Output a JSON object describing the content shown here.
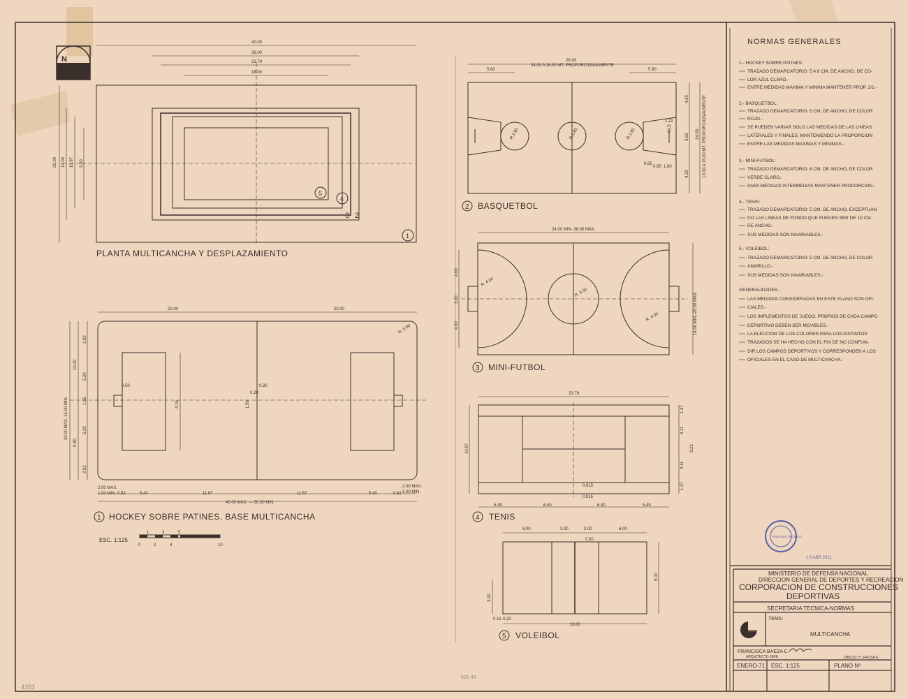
{
  "norms": {
    "title": "NORMAS GENERALES",
    "lines": [
      "1.- HOCKEY SOBRE PATINES:",
      "TRAZADO DEMARCATORIO: 5 A 8 CM. DE ANCHO, DE CO-",
      "LOR AZUL CLARO.-",
      "ENTRE MEDIDAS MAXIMA Y MINIMA MANTENER PROP. 2/1.-",
      "2.- BASQUETBOL:",
      "TRAZADO DEMARCATORIO: 5 CM. DE ANCHO, DE COLOR",
      "ROJO.-",
      "SE PUEDEN VARIAR SOLO LAS MEDIDAS DE LAS LINEAS",
      "LATERALES Y FINALES, MANTENIENDO LA PROPORCION",
      "ENTRE LAS MEDIDAS MAXIMAS Y MINIMAS.-",
      "3.- MINI-FUTBOL:",
      "TRAZADO DEMARCATORIO: 8 CM. DE ANCHO, DE COLOR",
      "VERDE CLARO.-",
      "PARA MEDIDAS INTERMEDIAS MANTENER PROPORCION.-",
      "4.- TENIS:",
      "TRAZADO DEMARCATORIO: 5 CM. DE ANCHO, EXCEPTUAN",
      "DO LAS LINEAS DE FONDO QUE PUEDEN SER DE 10 CM.",
      "DE ANCHO.-",
      "SUS MEDIDAS SON INVARIABLES.-",
      "5.- VOLEIBOL:",
      "TRAZADO DEMARCATORIO: 5 CM. DE ANCHO, DE COLOR",
      "AMARILLO.-",
      "SUS MEDIDAS SON INVARIABLES.-",
      "GENERALIDADES.-",
      "LAS MEDIDAS CONSIDERADAS EN ESTE PLANO SON OFI-",
      "CIALES.-",
      "LOS IMPLEMENTOS DE JUEGO, PROPIOS DE CADA CAMPO",
      "DEPORTIVO DEBEN SER MOVIBLES.-",
      "LA ELECCION DE LOS COLORES PARA LOS DISTINTOS",
      "TRAZADOS SE HA HECHO CON EL FIN DE NO CONFUN-",
      "DIR LOS CAMPOS DEPORTIVOS Y CORRESPONDEN A LOS",
      "OFICIALES EN EL CASO DE MULTICANCHA.-"
    ]
  },
  "titleblock": {
    "ministry": "MINISTERIO DE DEFENSA NACIONAL",
    "direction": "DIRECCION GENERAL DE DEPORTES Y RECREACION",
    "corp1": "CORPORACION DE CONSTRUCCIONES",
    "corp2": "DEPORTIVAS",
    "secretaria": "SECRETARIA TECNICA-NORMAS",
    "tema_label": "TEMA:",
    "tema": "MULTICANCHA",
    "author": "FRANCISCA BAEZA C.",
    "author_role": "ARQUITECTO JEFE",
    "dibujo": "DIBUJO: H. FROSA E.",
    "date": "ENERO-71",
    "scale": "ESC. 1:125",
    "plano": "PLANO Nº",
    "stamp_date": "1 8 ABR 2011",
    "stamp_text": "ARCHIVO TECNICO"
  },
  "titles": {
    "planta": "PLANTA MULTICANCHA Y DESPLAZAMIENTO",
    "hockey_num": "1",
    "hockey": "HOCKEY SOBRE PATINES, BASE MULTICANCHA",
    "basquet_num": "2",
    "basquet": "BASQUETBOL",
    "mini_num": "3",
    "mini": "MINI-FUTBOL",
    "tenis_num": "4",
    "tenis": "TENIS",
    "voley_num": "5",
    "voley": "VOLEIBOL",
    "esc": "ESC. 1:125",
    "north": "N",
    "scale_ticks": [
      "0",
      "1",
      "2",
      "3",
      "4",
      "5",
      "10"
    ]
  },
  "planta": {
    "dims_top": [
      "40.00",
      "26.00",
      "23.79",
      "18.00"
    ],
    "dims_left": [
      "20.00",
      "14.00",
      "10.97",
      "9.00"
    ],
    "zones": [
      "1",
      "2",
      "3",
      "4",
      "5"
    ]
  },
  "basquet": {
    "top": "26.00",
    "sub": "24.00 A 28.00 MT. PROPORCIONALMENTE",
    "left": "5.80",
    "right": "5.80",
    "side": "13.00 A 15.00 MT. PROPORCIONALMENTE",
    "side_dims": [
      "4.20",
      "3.60",
      "4.20",
      "14.00"
    ],
    "radii": [
      "R.1.80",
      "R.1.80",
      "R.1.80"
    ],
    "key": [
      "0.15",
      "1.22",
      "0.85",
      "0.85",
      "1.80"
    ]
  },
  "mini": {
    "top": "24.00 MIN.-36.00 MAX.",
    "side": "14.00 MIN.-20.00 MAX.",
    "left": [
      "4.00",
      "3.00",
      "4.00"
    ],
    "radii": [
      "R. 4.00",
      "R. 3.00",
      "R. 4.00"
    ]
  },
  "hockey": {
    "top": [
      "20.00",
      "20.00"
    ],
    "corner": "R. 0.50",
    "left_outer": "20.00 MAX. 15.00 MIN.",
    "left": [
      "10.20",
      "9.80"
    ],
    "left2": [
      "2.92",
      "5.20",
      "1.55",
      "5.30",
      "2.92"
    ],
    "mid": [
      "0.50",
      "0.20",
      "0.20",
      "1.50",
      "4.16"
    ],
    "bottom": [
      "2.00 MAX.",
      "1.00 MIN.",
      "0.92",
      "5.40",
      "11.67",
      "11.67",
      "5.40",
      "0.92",
      "2.00 MAX.",
      "1.00 MIN."
    ],
    "total": "40.00 MAX. — 30.00 MIN."
  },
  "tenis": {
    "top": "23.79",
    "left": "10.97",
    "right": [
      "1.37",
      "4.11",
      "8.23",
      "4.11",
      "1.37"
    ],
    "bottom": [
      "5.49",
      "6.40",
      "6.40",
      "5.49"
    ],
    "center": [
      "0.915",
      "0.915"
    ]
  },
  "voley": {
    "top": [
      "6.00",
      "3.00",
      "3.00",
      "6.00"
    ],
    "center": "0.50",
    "right": "9.00",
    "left": "3.00",
    "bottom": [
      "0.15",
      "0.20",
      "18.00"
    ]
  },
  "marginalia": {
    "left_note": "4353",
    "bottom_note": "601.49"
  }
}
